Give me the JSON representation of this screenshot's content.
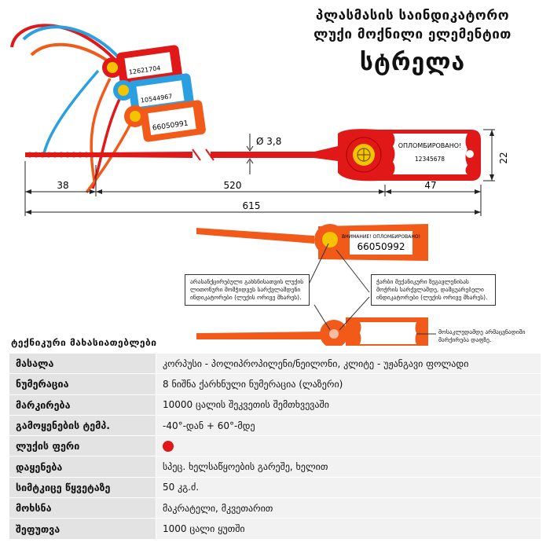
{
  "title": {
    "line1": "პლასმასის საინდიკატორო",
    "line2": "ლუქი მოქნილი ელემენტით",
    "line3": "სტრელა"
  },
  "drawing": {
    "seal_text": "ОПЛОМБИРОВАНО!",
    "seal_number": "12345678",
    "diameter_label": "Ø 3,8",
    "dimensions": [
      "38",
      "520",
      "47",
      "615",
      "22"
    ],
    "tag_numbers": [
      "12621704",
      "10544967",
      "66050991",
      "66050992"
    ],
    "tag_caption": "ВНИМАНИЕ! ОПЛОМБИРОВАНО!"
  },
  "callouts": {
    "left": "არასანქცირებული გახსნისათვის ლუქის ლითონური მომჭიდვეს სარქვლამდენი ინდიკატორები (ლუქის ორივე მხარეს).",
    "right": "ჭარბი მექანიკური ზეგავლენისას მოჭრის სარქვლამდე, დამცუარებელი ინდიკატორები (ლუქის ორივე მხარეს).",
    "bottom": "მოსაკლედამდე არმაცვნადიში მარქირება დაფზე."
  },
  "specs": {
    "heading": "ტექნიკური მახასიათებლები",
    "rows": [
      {
        "key": "მასალა",
        "value": "კორპუსი - პოლიპროპილენი/ნეილონი, კლიტე - უჟანგავი ფოლადი"
      },
      {
        "key": "ნუმერაცია",
        "value": "8 ნიშნა ქარხნული ნუმერაცია (ლაზერი)"
      },
      {
        "key": "მარკირება",
        "value": "10000 ცალის შეკვეთის შემთხვევაში"
      },
      {
        "key": "გამოყენების ტემპ.",
        "value": "-40°-დან + 60°-მდე"
      },
      {
        "key": "ლუქის ფერი",
        "value": ""
      },
      {
        "key": "დაყენება",
        "value": "სპეც. ხელსაწყოების გარეშე, ხელით"
      },
      {
        "key": "სიმტკიცე წყვეტაზე",
        "value": "50 კგ.ძ."
      },
      {
        "key": "მოხსნა",
        "value": "მაკრატელი, მკვეთარით"
      },
      {
        "key": "შეფუთვა",
        "value": "1000 ცალი ყუთში"
      }
    ]
  },
  "colors": {
    "seal_red": "#e01818",
    "seal_orange": "#f25a1a",
    "seal_blue": "#2aa0e0",
    "lock_yellow": "#f4c400"
  }
}
